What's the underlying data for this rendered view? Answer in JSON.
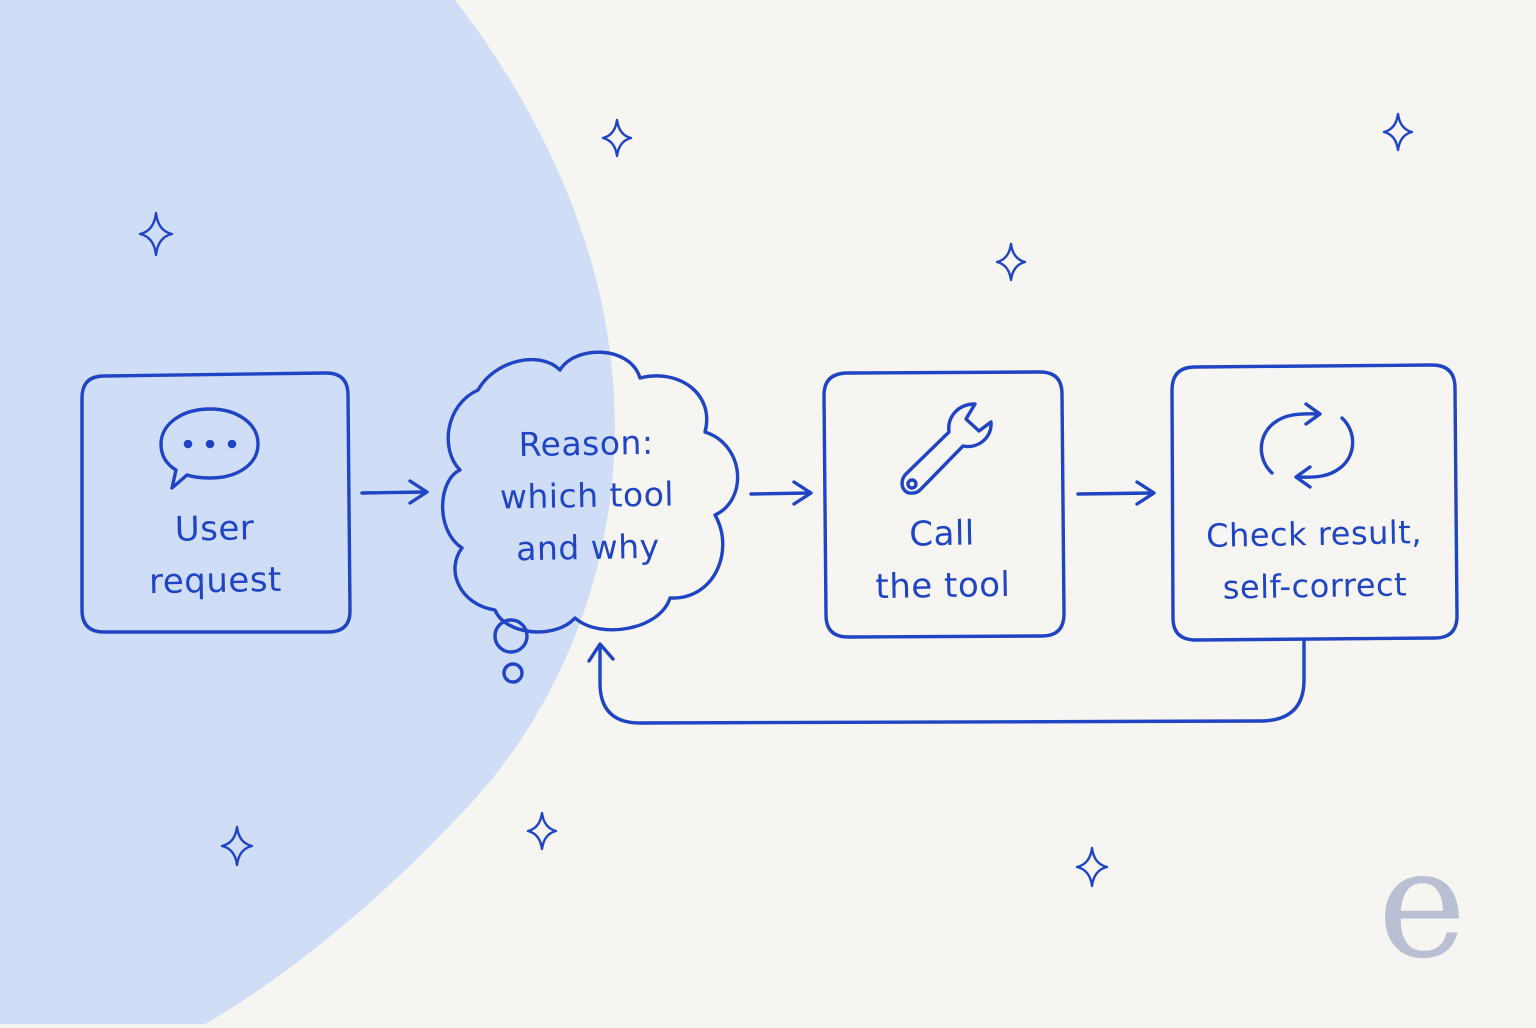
{
  "diagram": {
    "nodes": [
      {
        "id": "user-request",
        "lines": [
          "User",
          "request"
        ],
        "icon": "speech-bubble-icon"
      },
      {
        "id": "reason",
        "lines": [
          "Reason:",
          "which tool",
          "and why"
        ],
        "icon": "thought-cloud-icon"
      },
      {
        "id": "call-tool",
        "lines": [
          "Call",
          "the tool"
        ],
        "icon": "wrench-icon"
      },
      {
        "id": "check-result",
        "lines": [
          "Check result,",
          "self-correct"
        ],
        "icon": "refresh-cycle-icon"
      }
    ],
    "edges": [
      {
        "from": "user-request",
        "to": "reason"
      },
      {
        "from": "reason",
        "to": "call-tool"
      },
      {
        "from": "call-tool",
        "to": "check-result"
      },
      {
        "from": "check-result",
        "to": "reason",
        "kind": "feedback-loop"
      }
    ]
  },
  "decorations": {
    "sparkle_icon": "sparkle-icon",
    "background_shape": "large-blue-circle"
  },
  "logo": {
    "text": "e"
  },
  "colors": {
    "background": "#f6f5f1",
    "accent_blob": "#d0ddf7",
    "stroke": "#1f45c4",
    "logo": "#b9c0d3"
  }
}
